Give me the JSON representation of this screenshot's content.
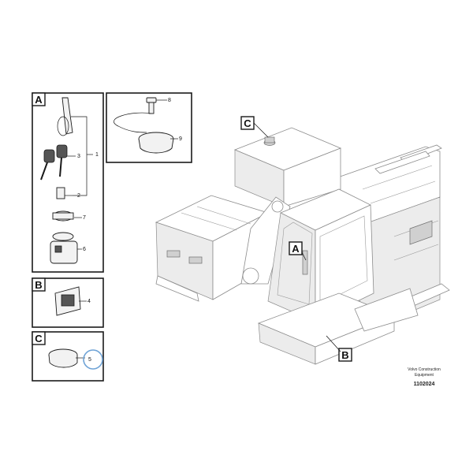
{
  "panels": {
    "a": {
      "letter": "A",
      "labels": {
        "n1": "1",
        "n2": "2",
        "n3": "3",
        "n7": "7",
        "n6": "6"
      }
    },
    "a_cap": {
      "labels": {
        "n8": "8",
        "n9": "9"
      }
    },
    "b": {
      "letter": "B",
      "labels": {
        "n4": "4"
      }
    },
    "c": {
      "letter": "C",
      "labels": {
        "n5": "5"
      }
    }
  },
  "machine_callouts": {
    "a": "A",
    "b": "B",
    "c": "C"
  },
  "caption": {
    "line1": "Volvo Construction",
    "line2": "Equipment",
    "doc_number": "1102024"
  },
  "colors": {
    "highlight_circle": "#6fa3d6",
    "line_art": "#1a1a1a",
    "machine_line": "#8c8c8c"
  }
}
